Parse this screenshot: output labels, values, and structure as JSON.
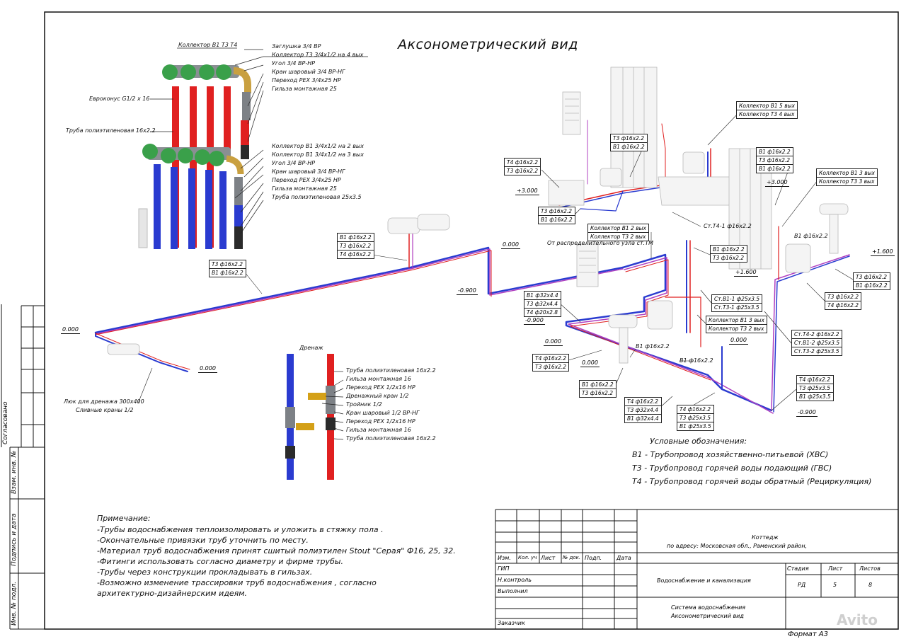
{
  "title": "Аксонометрический вид",
  "collector_top": {
    "header": "Коллектор В1 Т3 Т4",
    "labels": [
      "Заглушка 3/4 ВР",
      "Коллектор Т3 3/4х1/2 на 4 вых",
      "Угол 3/4 ВР-НР",
      "Кран шаровый 3/4 ВР-НГ",
      "Переход PEX 3/4х25 НР",
      "Гильза монтажная 25"
    ],
    "left_labels": [
      "Евроконус G1/2 х 16",
      "Труба полиэтиленовая 16х2.2"
    ]
  },
  "collector_bottom": {
    "labels": [
      "Коллектор В1 3/4х1/2 на 2 вых",
      "Коллектор В1 3/4х1/2 на 3 вых",
      "Угол 3/4 ВР-НР",
      "Кран шаровый 3/4 ВР-НГ",
      "Переход PEX 3/4х25 НР",
      "Гильза монтажная 25",
      "Труба полиэтиленовая 25х3.5"
    ]
  },
  "drain": {
    "header": "Дренаж",
    "labels": [
      "Труба полиэтиленовая 16х2.2",
      "Гильза монтажная 16",
      "Переход PEX 1/2х16 НР",
      "Дренажный кран 1/2",
      "Тройник 1/2",
      "Кран шаровый 1/2 ВР-НГ",
      "Переход PEX 1/2х16 НР",
      "Гильза монтажная 16",
      "Труба полиэтиленовая 16х2.2"
    ]
  },
  "hatch": [
    "Люк для дренажа 300х400",
    "Сливные краны 1/2"
  ],
  "levels": [
    "0.000",
    "0.000",
    "-0.900",
    "0.000",
    "+3.000",
    "+3.000",
    "-0.900",
    "0.000",
    "0.000",
    "0.000",
    "+1.600",
    "+1.600",
    "-0.900"
  ],
  "tags": {
    "t1": [
      "В1 ф16х2.2",
      "Т3 ф16х2.2",
      "Т4 ф16х2.2"
    ],
    "t2": [
      "Т3 ф16х2.2",
      "В1 ф16х2.2"
    ],
    "t3": [
      "Т4 ф16х2.2",
      "Т3 ф16х2.2"
    ],
    "t4": [
      "Т3 ф16х2.2",
      "В1 ф16х2.2"
    ],
    "t5": [
      "Т3 ф16х2.2",
      "В1 ф16х2.2"
    ],
    "t6": [
      "Коллектор В1 5 вых",
      "Коллектор Т3 4 вых"
    ],
    "t7": [
      "В1 ф16х2.2",
      "Т3 ф16х2.2",
      "В1 ф16х2.2"
    ],
    "t8": [
      "Коллектор В1 3 вых",
      "Коллектор Т3 3 вых"
    ],
    "t9": [
      "Коллектор В1 2 вых",
      "Коллектор Т3 2 вых"
    ],
    "t9b": "От распределительного узла ст.ТМ",
    "t10": "Ст.Т4-1 ф16х2.2",
    "t11": "В1 ф16х2.2",
    "t12": [
      "В1 ф16х2.2",
      "Т3 ф16х2.2"
    ],
    "t13": [
      "Т3 ф16х2.2",
      "В1 ф16х2.2"
    ],
    "t14": [
      "Т3 ф16х2.2",
      "Т4 ф16х2.2"
    ],
    "t15": [
      "В1 ф32х4.4",
      "Т3 ф32х4.4",
      "Т4 ф20х2.8"
    ],
    "t16": [
      "Ст.В1-1 ф25х3.5",
      "Ст.Т3-1 ф25х3.5"
    ],
    "t17": [
      "Коллектор В1 3 вых",
      "Коллектор Т3 2 вых"
    ],
    "t18": [
      "Ст.Т4-2 ф16х2.2",
      "Ст.В1-2 ф25х3.5",
      "Ст.Т3-2 ф25х3.5"
    ],
    "t19": [
      "Т4 ф16х2.2",
      "Т3 ф16х2.2"
    ],
    "t20": "В1 ф16х2.2",
    "t21": "В1 ф16х2.2",
    "t22": [
      "В1 ф16х2.2",
      "Т3 ф16х2.2"
    ],
    "t23": [
      "Т4 ф16х2.2",
      "Т3 ф32х4.4",
      "В1 ф32х4.4"
    ],
    "t24": [
      "Т4 ф16х2.2",
      "Т3 ф25х3.5",
      "В1 ф25х3.5"
    ],
    "t25": [
      "Т4 ф16х2.2",
      "Т3 ф25х3.5",
      "В1 ф25х3.5"
    ]
  },
  "legend": {
    "header": "Условные обозначения:",
    "items": [
      "В1 - Трубопровод хозяйственно-питьевой (ХВС)",
      "Т3 - Трубопровод горячей воды подающий (ГВС)",
      "Т4 - Трубопровод горячей воды обратный (Рециркуляция)"
    ]
  },
  "notes": {
    "header": "Примечание:",
    "lines": [
      "-Трубы водоснабжения теплоизолировать и уложить в стяжку пола .",
      "-Окончательные привязки труб уточнить по месту.",
      "-Материал труб водоснабжения принят сшитый полиэтилен  Stout \"Серая\" Ф16, 25, 32.",
      "-Фитинги использовать согласно диаметру и фирме трубы.",
      "-Трубы через конструкции прокладывать в гильзах.",
      "-Возможно изменение трассировки труб водоснабжения , согласно",
      "архитектурно-дизайнерским идеям."
    ]
  },
  "stamp": {
    "cols": [
      "Изм.",
      "Кол. уч",
      "Лист",
      "№ док.",
      "Подп.",
      "Дата"
    ],
    "roles": [
      "ГИП",
      "Н.контроль",
      "Выполнил",
      "",
      "Заказчик"
    ],
    "project": [
      "Коттедж",
      "по адресу: Московская обл., Раменский район,"
    ],
    "section": "Водоснабжение и канализация",
    "drawing": [
      "Система водоснабжения",
      "Аксонометрический вид"
    ],
    "stage_h": "Стадия",
    "sheet_h": "Лист",
    "sheets_h": "Листов",
    "stage": "РД",
    "sheet": "5",
    "sheets": "8",
    "format": "Формат А3"
  },
  "side": [
    "Согласовано",
    "Взам. инв. №",
    "Подпись и дата",
    "Инв. № подл."
  ],
  "watermark": "Avito",
  "colors": {
    "v1": "#2a3bd0",
    "t3": "#e02020",
    "t4": "#b040c0",
    "line": "#222"
  }
}
